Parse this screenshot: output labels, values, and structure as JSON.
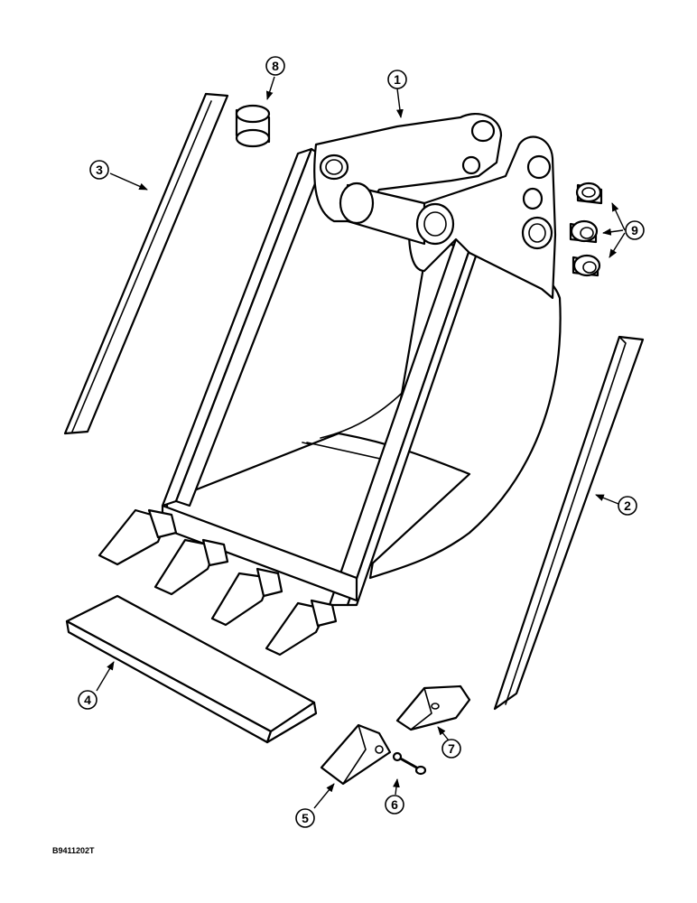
{
  "diagram": {
    "callouts": {
      "c1": "1",
      "c2": "2",
      "c3": "3",
      "c4": "4",
      "c5": "5",
      "c6": "6",
      "c7": "7",
      "c8": "8",
      "c9": "9"
    },
    "drawing_code": "B9411202T"
  }
}
